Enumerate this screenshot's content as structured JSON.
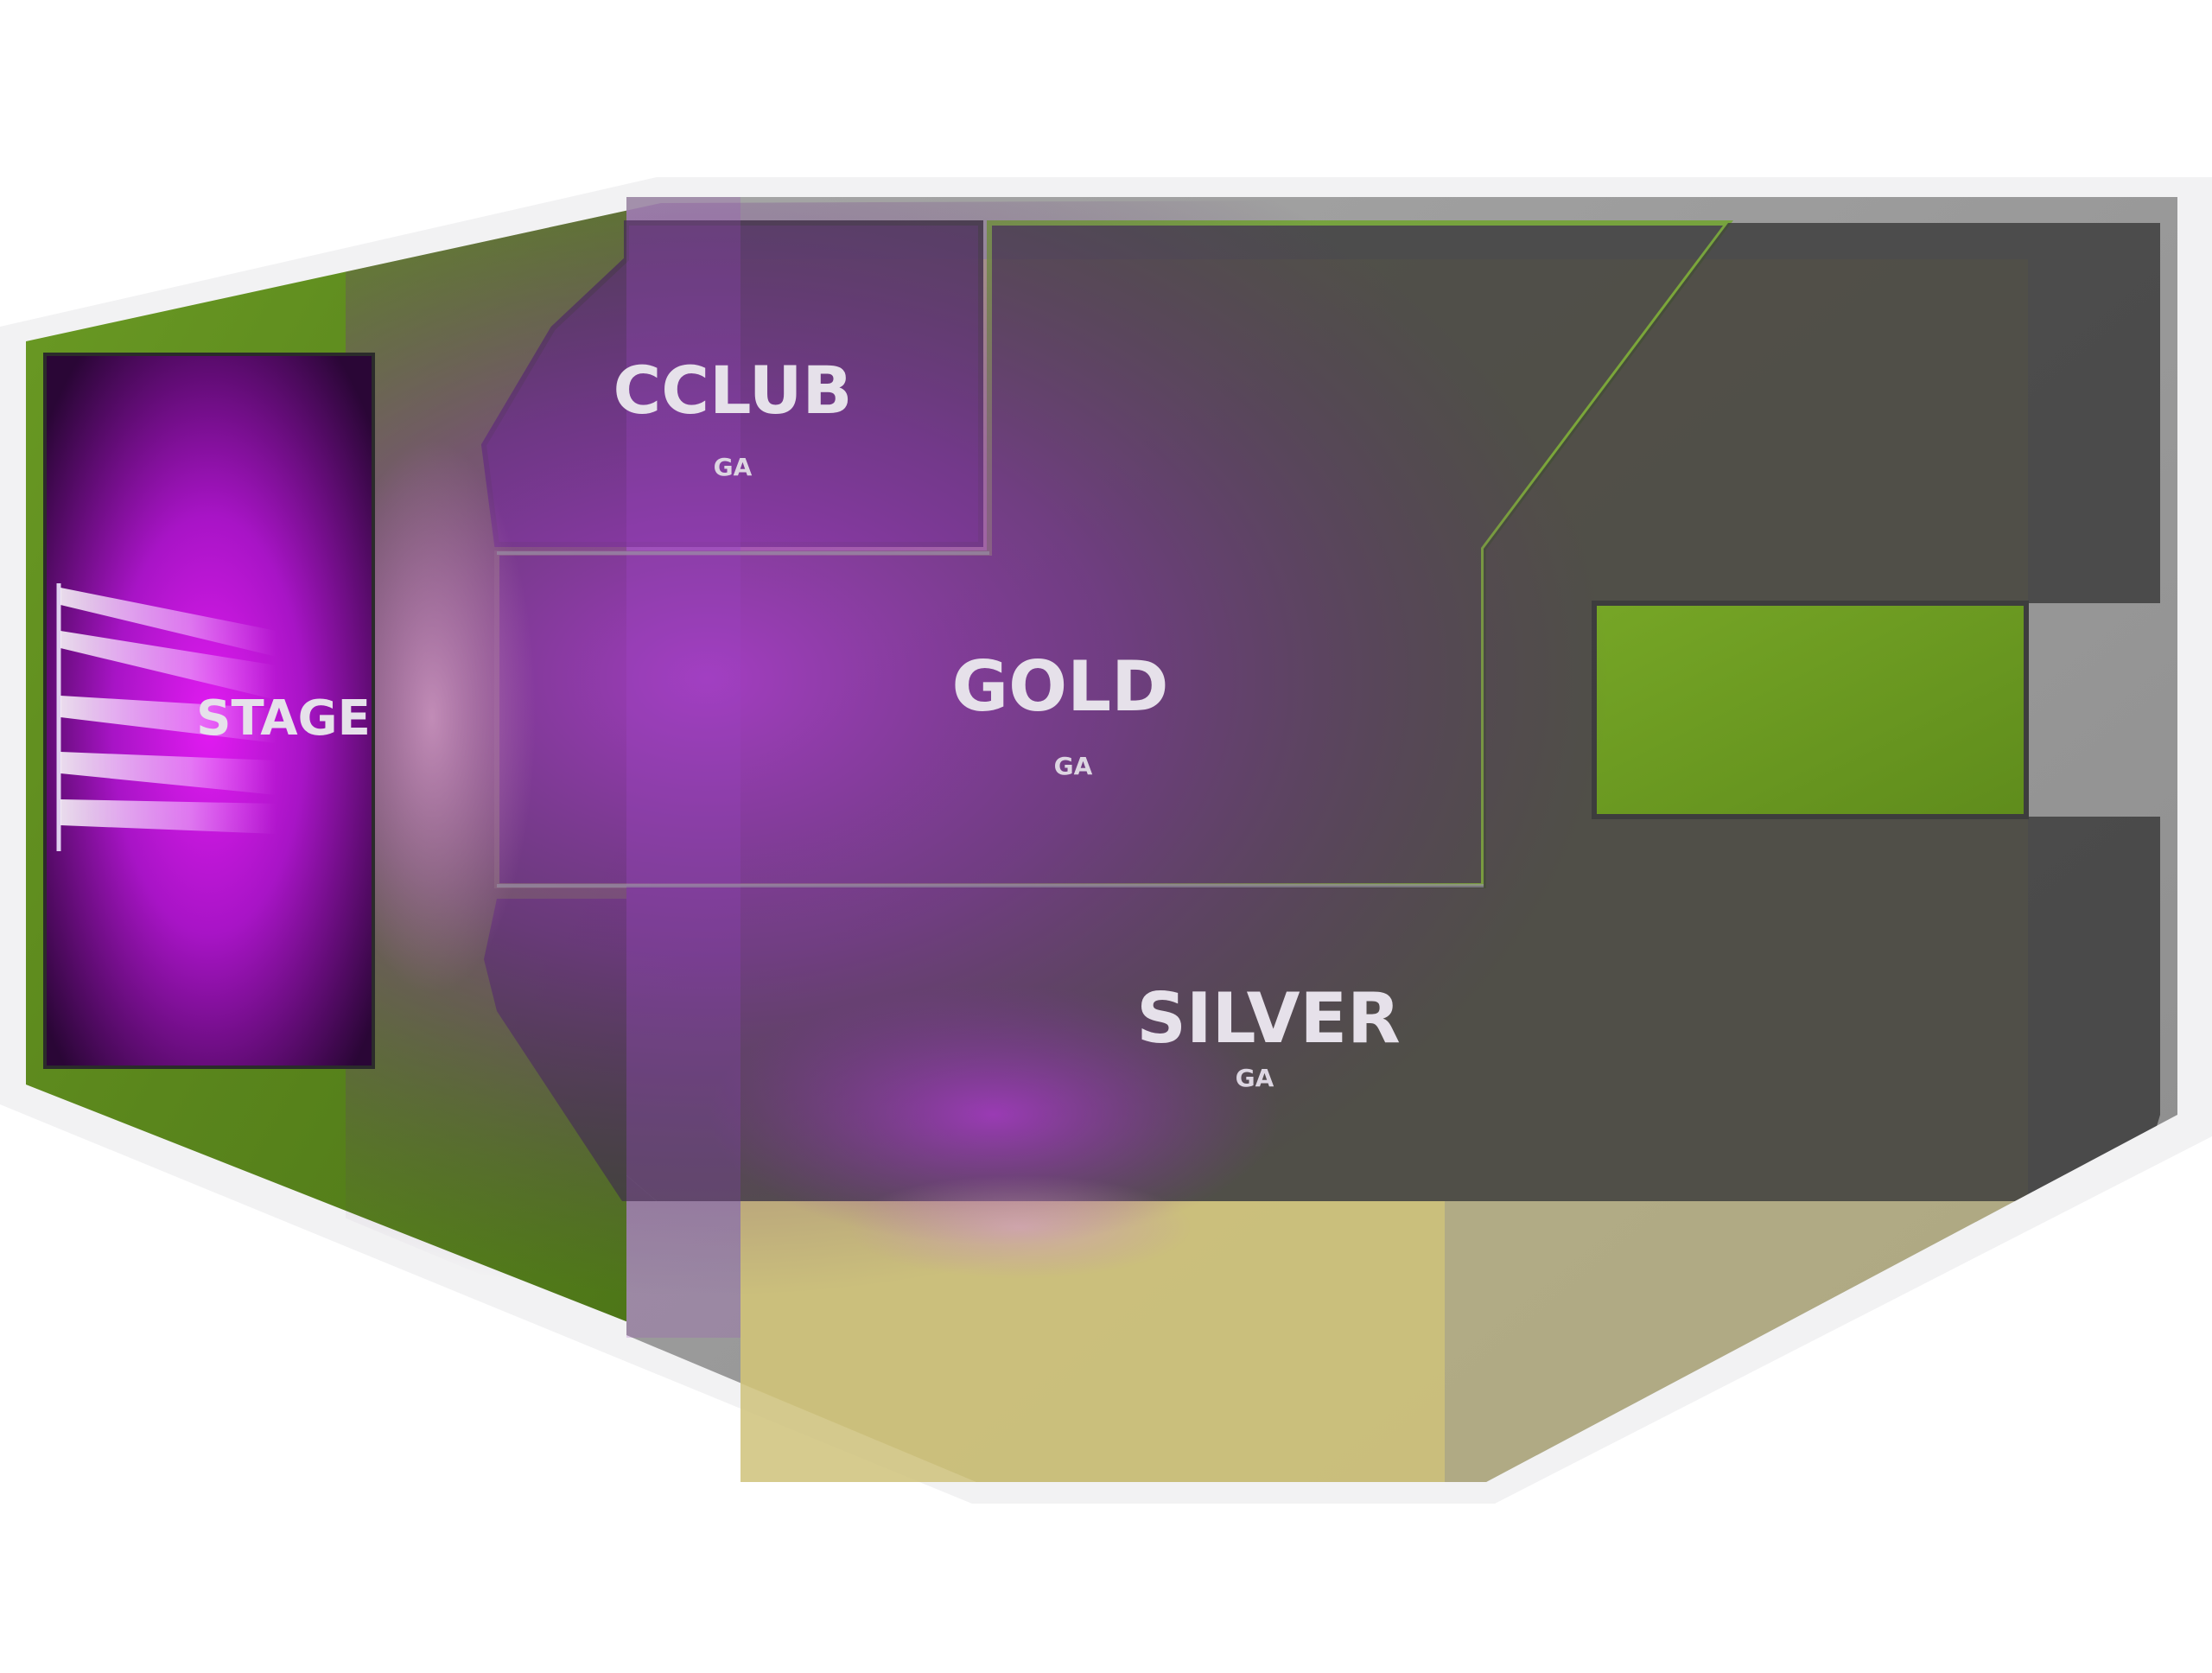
{
  "venue_map": {
    "stage": {
      "label": "STAGE"
    },
    "sections": [
      {
        "id": "cclub",
        "label": "CCLUB",
        "sublabel": "GA"
      },
      {
        "id": "gold",
        "label": "GOLD",
        "sublabel": "GA"
      },
      {
        "id": "silver",
        "label": "SILVER",
        "sublabel": "GA"
      }
    ]
  },
  "colors": {
    "background": "#ffffff",
    "border": "#f2f2f3",
    "grass": "#5f8a1e",
    "concrete": "#9a9a9a",
    "section_fill": "#3a3a3a",
    "stage_glow": "#c01cd6",
    "sand": "#c9bd78",
    "label": "#e6e1ea"
  }
}
